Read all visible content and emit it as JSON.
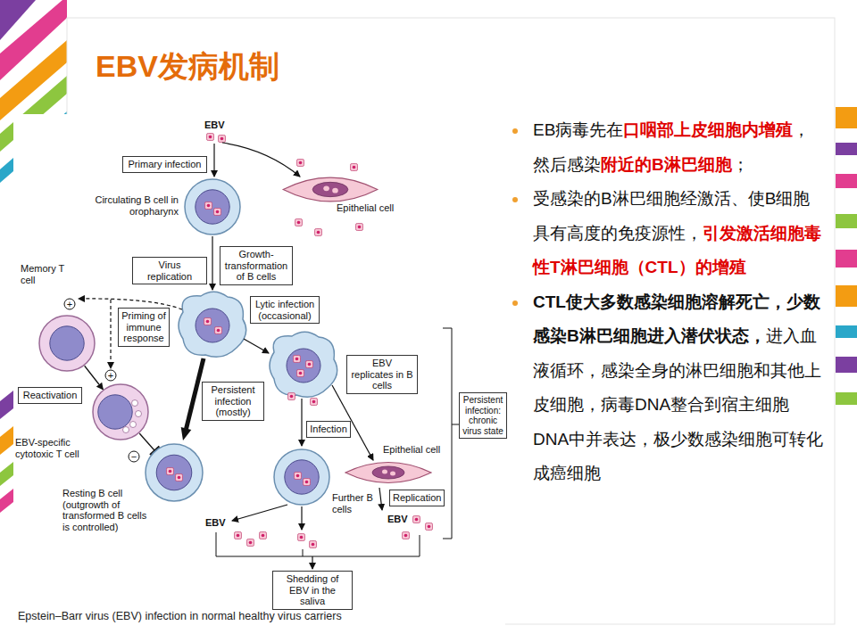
{
  "diagram": {
    "title": "EBV发病机制",
    "caption": "Epstein–Barr virus (EBV) infection in normal healthy virus carriers",
    "nodes": [
      {
        "text": [
          "Primary infection"
        ]
      },
      {
        "text": [
          "Circulating B cell in oropharynx"
        ]
      },
      {
        "text": [
          "Epithelial cell"
        ]
      },
      {
        "text": [
          "Virus replication"
        ]
      },
      {
        "text": [
          "Growth-transformation of B cells"
        ]
      },
      {
        "text": [
          "Priming of immune response"
        ]
      },
      {
        "text": [
          "Lytic infection (occasional)"
        ]
      },
      {
        "text": [
          "Memory T cell"
        ]
      },
      {
        "text": [
          "Reactivation"
        ]
      },
      {
        "text": [
          "EBV-specific cytotoxic T cell"
        ]
      },
      {
        "text": [
          "Persistent infection (mostly)"
        ]
      },
      {
        "text": [
          "EBV replicates in B cells"
        ]
      },
      {
        "text": [
          "Resting B cell (outgrowth of transformed B cells is controlled)"
        ]
      },
      {
        "text": [
          "Infection"
        ]
      },
      {
        "text": [
          "Epithelial cell"
        ]
      },
      {
        "text": [
          "Further B cells"
        ]
      },
      {
        "text": [
          "Replication"
        ]
      },
      {
        "text": [
          "Persistent infection: chronic virus state"
        ]
      },
      {
        "text": [
          "Shedding of EBV in the saliva"
        ]
      }
    ],
    "edges": [
      {
        "from": 7,
        "to": 9,
        "arrow": "to"
      },
      {
        "from": 9,
        "to": 12,
        "arrow": "none"
      }
    ],
    "labels": [
      "EBV",
      "EBV",
      "EBV",
      "+",
      "+",
      "−",
      "EB病毒先在",
      "口咽部上皮细胞内增殖",
      "，然后感染",
      "附近的B淋巴细胞",
      "；",
      "受感染的B淋巴细胞经激活、使B细胞具有高度的免疫源性，",
      "引发激活细胞毒性T淋巴细胞（CTL）的增殖",
      "CTL使大多数感染细胞溶解死亡，少数感染B淋巴细胞进入潜伏状态，",
      "进入血液循环，感染全身的淋巴细胞和其他上皮细胞，病毒DNA整合到宿主细胞DNA中并表达，极少数感染细胞可转化成癌细胞"
    ]
  }
}
